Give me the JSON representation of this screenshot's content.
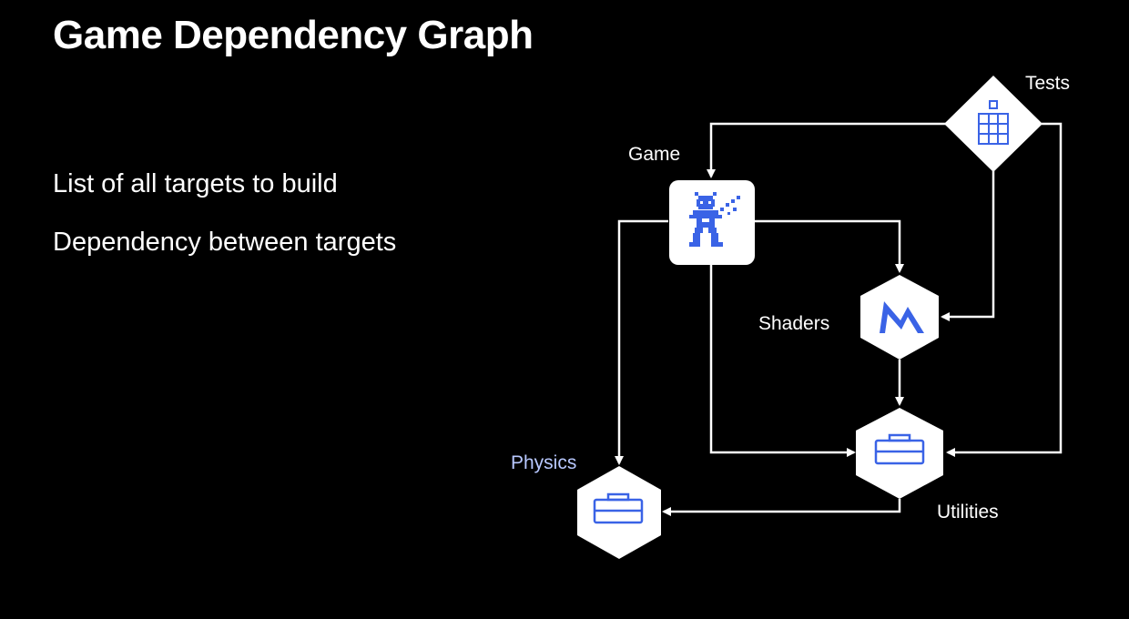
{
  "title": "Game Dependency Graph",
  "bullets": [
    "List of all targets to build",
    "Dependency between targets"
  ],
  "nodes": {
    "game": {
      "label": "Game",
      "icon": "game-character-icon"
    },
    "tests": {
      "label": "Tests",
      "icon": "test-grid-icon"
    },
    "shaders": {
      "label": "Shaders",
      "icon": "metal-shader-icon"
    },
    "utilities": {
      "label": "Utilities",
      "icon": "toolbox-icon"
    },
    "physics": {
      "label": "Physics",
      "icon": "toolbox-icon"
    }
  },
  "edges": [
    {
      "from": "tests",
      "to": "game"
    },
    {
      "from": "tests",
      "to": "shaders"
    },
    {
      "from": "tests",
      "to": "utilities"
    },
    {
      "from": "game",
      "to": "shaders"
    },
    {
      "from": "game",
      "to": "utilities"
    },
    {
      "from": "game",
      "to": "physics"
    },
    {
      "from": "shaders",
      "to": "utilities"
    },
    {
      "from": "utilities",
      "to": "physics"
    }
  ],
  "colors": {
    "background": "#000000",
    "text": "#ffffff",
    "highlight_label": "#b8c8ff",
    "icon_blue": "#3a63e6",
    "node_fill": "#ffffff",
    "edge": "#ffffff"
  }
}
